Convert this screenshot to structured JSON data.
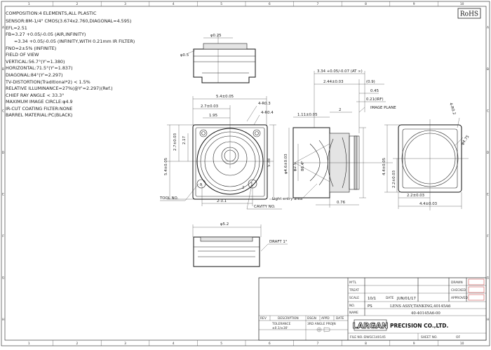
{
  "rohs": "RoHS",
  "frame_numbers": [
    "1",
    "2",
    "3",
    "4",
    "5",
    "6",
    "7",
    "8",
    "9",
    "10"
  ],
  "frame_letters": [
    "A",
    "B",
    "C",
    "D",
    "E",
    "F",
    "G",
    "H"
  ],
  "notes": [
    "COMPOSITION:4 ELEMENTS,ALL PLASTIC",
    "SENSOR:8M-1/4\" CMOS(3.674x2.760,DIAGONAL=4.595)",
    "EFL=2.51",
    "FB=3.27 +0.05/-0.05 (AIR,INFINITY)",
    "=3.34 +0.05/-0.05 (INFINITY,WITH 0.21mm IR FILTER)",
    "FNO=2±5% (INFINITE)",
    "FIELD OF VIEW",
    "VERTICAL:56.7°(Y'=1.380)",
    "HORIZONTAL:71.5°(Y'=1.837)",
    "DIAGONAL:84°(Y'=2.297)",
    "TV-DISTORTION(Traditional*2) < 1.5%",
    "RELATIVE ILLUMINANCE=27%(@Y'=2.297)(Ref.)",
    "CHIEF RAY ANGLE < 33.3°",
    "MAXIMUM IMAGE CIRCLE:φ4.9",
    "IR-CUT COATING FILTER:NONE",
    "BARREL MATERIAL:PC(BLACK)"
  ],
  "dims": {
    "top_d025": "φ0.25",
    "top_d05": "φ0.5",
    "front_w54": "5.4±0.05",
    "front_w27": "2.7±0.03",
    "front_195": "1.95",
    "front_4r03": "4-R0.3",
    "front_4r04": "4-R0.4",
    "front_h27": "2.7±0.03",
    "front_217": "2.17",
    "front_h54": "5.4±0.05",
    "front_538": "5.38",
    "front_2": "2",
    "front_31": "2-3.1",
    "side_334": "3.34 +0.05/-0.07 (AT ∞)",
    "side_244": "2.44±0.03",
    "side_09": "(0.9)",
    "side_045": "0.45",
    "side_021": "0.21(IRF)",
    "side_111": "1.11±0.05",
    "side_2": "2",
    "side_d46": "φ4.6±0.03",
    "side_d25": "φ2.5",
    "side_ang": "86.4°",
    "side_076": "0.76",
    "back_4r02": "4-R0.2",
    "back_d475": "φ4.75",
    "back_h44": "4.4±0.05",
    "back_h22": "2.2±0.03",
    "back_w22": "2.2±0.03",
    "back_w44": "4.4±0.03",
    "bottom_d52": "φ5.2"
  },
  "labels": {
    "image_plane": "IMAGE PLANE",
    "light_entry": "Light entry area",
    "tool_no": "TOOL NO.",
    "cavity_no": "CAVITY NO.",
    "draft": "DRAFT 1°"
  },
  "title_block": {
    "mtl": "M'TL",
    "treat": "TREAT",
    "scale": "SCALE",
    "scale_value": "10/1",
    "date": "DATE",
    "date_value": "JUN/01/17",
    "no": "NO.",
    "no_value": "PS",
    "name": "NAME",
    "name_value": "LENS ASSY,TANKING,40145A6",
    "part_value": "40-40145A6-00",
    "drawn": "DRAWN",
    "checked": "CHECKED",
    "approved": "APPROVED",
    "rev": "REV",
    "description": "DESCRIPTION",
    "dsgn": "DSGN",
    "appd": "APPD",
    "rev_date": "DATE",
    "tolerance": "TOLERANCE",
    "tolerance_value": "±0.1/±30'",
    "angle": "3RD ANGLE PROJN",
    "company": "LARGAN",
    "company_sub": "PRECISION CO.,LTD.",
    "file_no": "FILE NO.:DWGC140145",
    "sheet_no": "SHEET NO.",
    "sheet_of": "OF"
  }
}
